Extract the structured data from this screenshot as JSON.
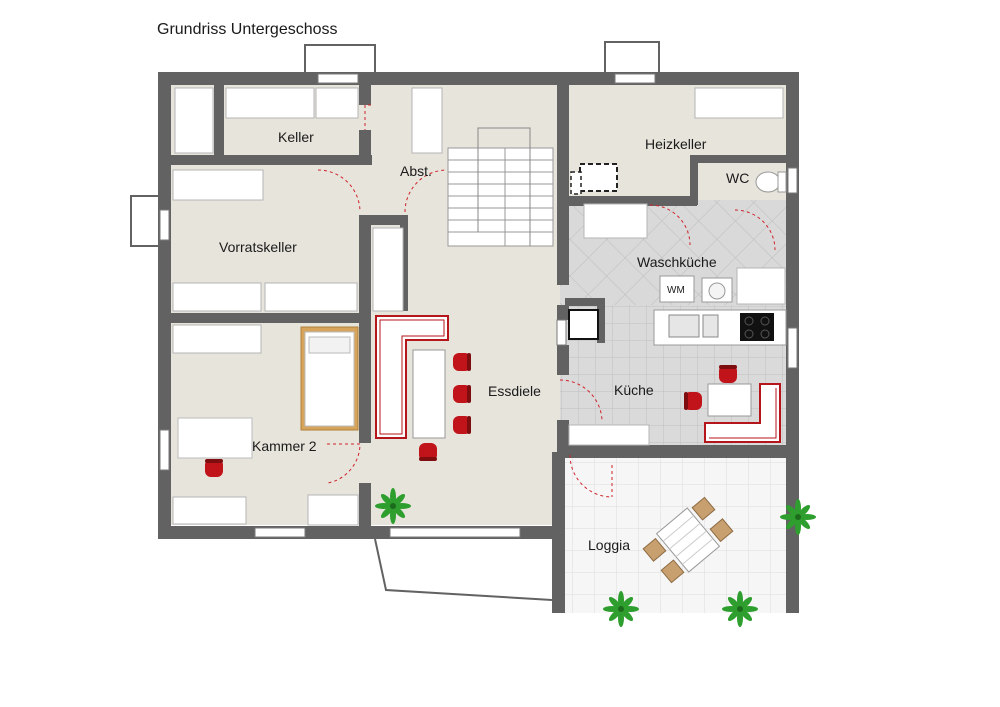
{
  "title": "Grundriss Untergeschoss",
  "rooms": {
    "keller": "Keller",
    "abstellraum": "Abst.",
    "heizkeller": "Heizkeller",
    "wc": "WC",
    "vorratskeller": "Vorratskeller",
    "waschkueche": "Waschküche",
    "essdiele": "Essdiele",
    "kueche": "Küche",
    "kammer2": "Kammer 2",
    "loggia": "Loggia"
  },
  "fixtures": {
    "washing_machine": "WM"
  },
  "colors": {
    "wall": "#626262",
    "floor": "#e7e4dc",
    "tile_floor": "#d8d8d8",
    "loggia_floor": "#f5f5f5",
    "accent_red": "#b4161b",
    "door_swing": "#d0222a",
    "plant": "#2e9e2e",
    "table_wood": "#c8a070"
  }
}
